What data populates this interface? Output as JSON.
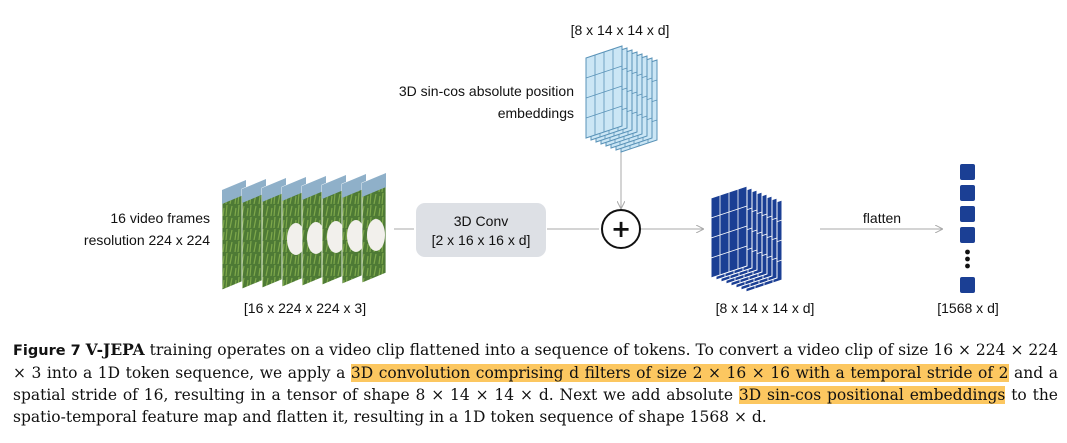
{
  "diagram": {
    "input_label_line1": "16 video frames",
    "input_label_line2": "resolution 224 x 224",
    "input_shape": "[16 x 224 x 224 x 3]",
    "conv_title": "3D Conv",
    "conv_params": "[2 x 16 x 16 x d]",
    "pos_embed_label_line1": "3D sin-cos absolute position",
    "pos_embed_label_line2": "embeddings",
    "pos_embed_shape": "[8 x 14 x 14 x d]",
    "plus_symbol": "+",
    "feature_shape": "[8 x 14 x 14 x d]",
    "flatten_label": "flatten",
    "token_shape": "[1568 x d]",
    "colors": {
      "feature_blue": "#1b3f94",
      "embed_blue": "#cbe6f5",
      "conv_box": "#dde0e5",
      "arrow_gray": "#a8a8a8",
      "highlight": "#fcc760"
    }
  },
  "caption": {
    "figure_label": "Figure 7",
    "model_name": "V-JEPA",
    "part1": " training operates on a video clip flattened into a sequence of tokens. To convert a video clip of size 16 × 224 × 224 × 3 into a 1D token sequence, we apply a ",
    "highlight1": "3D convolution comprising d filters of size 2 × 16 × 16 with a temporal stride of 2",
    "part2": " and a spatial stride of 16, resulting in a tensor of shape 8 × 14 × 14 × d. Next we add absolute ",
    "highlight2": "3D sin-cos positional embeddings",
    "part3": " to the spatio-temporal feature map and flatten it, resulting in a 1D token sequence of shape 1568 × d."
  }
}
